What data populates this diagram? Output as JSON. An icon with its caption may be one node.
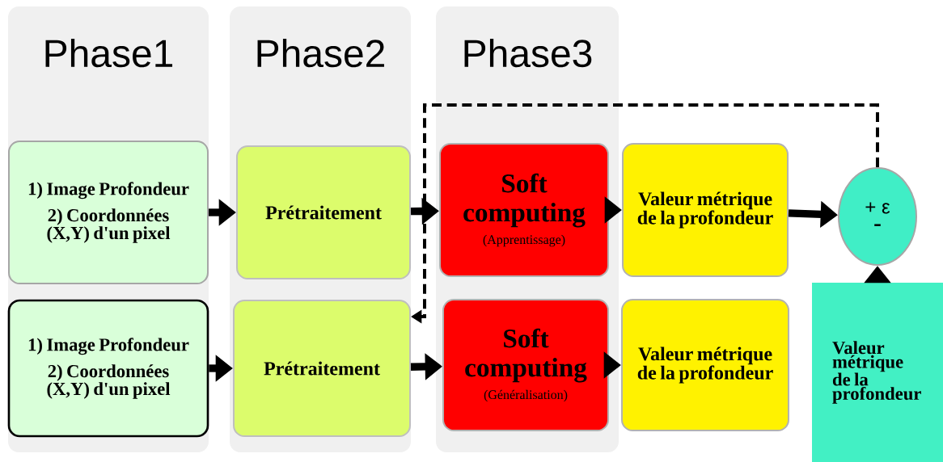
{
  "diagram": {
    "nodes": [
      {
        "text": [
          "Phase1"
        ]
      },
      {
        "text": [
          "Phase2"
        ]
      },
      {
        "text": [
          "Phase3"
        ]
      },
      {
        "text": [
          "1) Image Profondeur",
          "2) Coordonnées (X,Y) d'un pixel"
        ],
        "in": 0
      },
      {
        "text": [
          "Prétraitement"
        ],
        "in": 1
      },
      {
        "text": [
          "Soft computing",
          "(Apprentissage)"
        ],
        "in": 2
      },
      {
        "text": [
          "Valeur métrique de la profondeur"
        ]
      },
      {
        "text": [
          "+ ε",
          "-"
        ]
      },
      {
        "text": [
          "1) Image Profondeur",
          "2) Coordonnées (X,Y) d'un pixel"
        ],
        "in": 0
      },
      {
        "text": [
          "Prétraitement"
        ],
        "in": 1
      },
      {
        "text": [
          "Soft computing",
          "(Généralisation)"
        ],
        "in": 2
      },
      {
        "text": [
          "Valeur métrique de la profondeur"
        ]
      },
      {
        "text": [
          "Valeur métrique de la profondeur"
        ]
      }
    ],
    "edges": [
      {
        "from": 3,
        "to": 4,
        "arrow": "to"
      },
      {
        "from": 4,
        "to": 5,
        "arrow": "to"
      },
      {
        "from": 5,
        "to": 6,
        "arrow": "to"
      },
      {
        "from": 6,
        "to": 7,
        "arrow": "to"
      },
      {
        "from": 12,
        "to": 7,
        "arrow": "to"
      },
      {
        "from": 8,
        "to": 9,
        "arrow": "to"
      },
      {
        "from": 9,
        "to": 10,
        "arrow": "to"
      },
      {
        "from": 10,
        "to": 11,
        "arrow": "to"
      },
      {
        "from": 7,
        "to": 9,
        "arrow": "to",
        "style": "dashed"
      }
    ]
  }
}
